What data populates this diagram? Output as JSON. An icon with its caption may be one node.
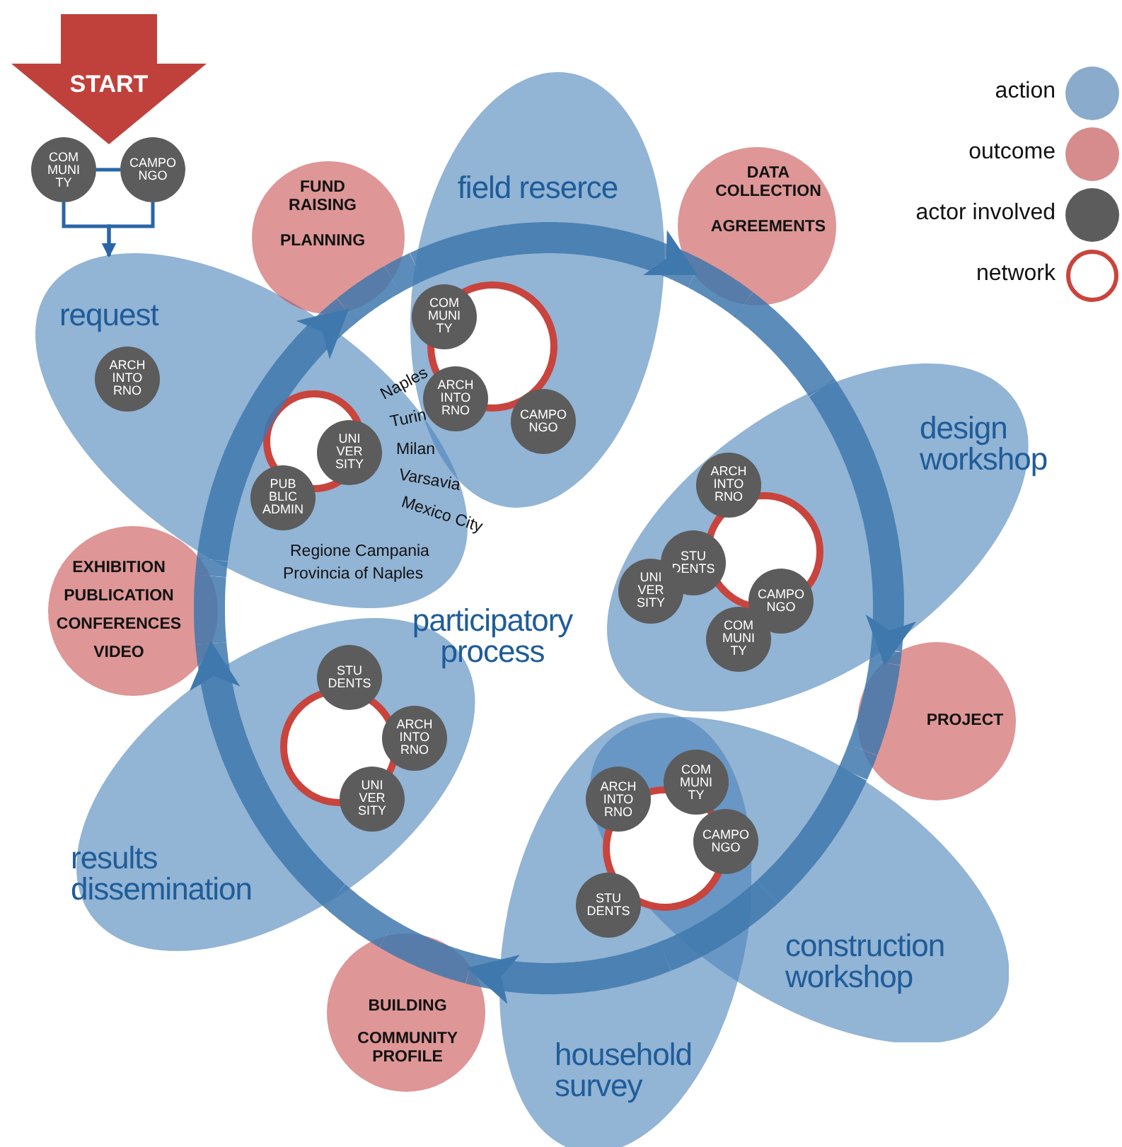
{
  "diagram": {
    "nodes": [
      {
        "text": [
          "START"
        ]
      },
      {
        "text": [
          "COM MUNI TY"
        ]
      },
      {
        "text": [
          "CAMPO NGO"
        ]
      },
      {
        "text": [
          "field reserce"
        ]
      },
      {
        "text": [
          "COM MUNI TY"
        ],
        "in": 3
      },
      {
        "text": [
          "ARCH INTO RNO"
        ],
        "in": 3
      },
      {
        "text": [
          "CAMPO NGO"
        ],
        "in": 3
      },
      {
        "text": [
          "FUND RAISING",
          "PLANNING"
        ]
      },
      {
        "text": [
          "request"
        ]
      },
      {
        "text": [
          "ARCH INTO RNO"
        ],
        "in": 8
      },
      {
        "text": [
          "UNI VER SITY"
        ],
        "in": 8
      },
      {
        "text": [
          "PUB BLIC ADMIN"
        ],
        "in": 8
      },
      {
        "text": [
          "DATA COLLECTION",
          "AGREEMENTS"
        ]
      },
      {
        "text": [
          "design workshop"
        ]
      },
      {
        "text": [
          "ARCH INTO RNO"
        ],
        "in": 13
      },
      {
        "text": [
          "STU DENTS"
        ],
        "in": 13
      },
      {
        "text": [
          "UNI VER SITY"
        ],
        "in": 13
      },
      {
        "text": [
          "CAMPO NGO"
        ],
        "in": 13
      },
      {
        "text": [
          "COM MUNI TY"
        ],
        "in": 13
      },
      {
        "text": [
          "EXHIBITION",
          "PUBLICATION",
          "CONFERENCES",
          "VIDEO"
        ]
      },
      {
        "text": [
          "results dissemination"
        ]
      },
      {
        "text": [
          "STU DENTS"
        ],
        "in": 20
      },
      {
        "text": [
          "ARCH INTO RNO"
        ],
        "in": 20
      },
      {
        "text": [
          "UNI VER SITY"
        ],
        "in": 20
      },
      {
        "text": [
          "PROJECT"
        ]
      },
      {
        "text": [
          "household survey"
        ]
      },
      {
        "text": [
          "construction workshop"
        ]
      },
      {
        "text": [
          "ARCH INTO RNO"
        ]
      },
      {
        "text": [
          "COM MUNI TY"
        ]
      },
      {
        "text": [
          "CAMPO NGO"
        ],
        "in": 26
      },
      {
        "text": [
          "STU DENTS"
        ],
        "in": 25
      },
      {
        "text": [
          "BUILDING",
          "COMMUNITY PROFILE"
        ]
      },
      {
        "text": [],
        "shape": "circle",
        "in": 3
      },
      {
        "text": [],
        "shape": "circle",
        "in": 8
      },
      {
        "text": [],
        "shape": "circle",
        "in": 13
      },
      {
        "text": [],
        "shape": "circle",
        "in": 20
      },
      {
        "text": [],
        "shape": "circle"
      }
    ],
    "edges": [
      {
        "from": 1,
        "to": 2,
        "arrow": "none"
      },
      {
        "from": 1,
        "to": 8,
        "arrow": "to"
      },
      {
        "from": 2,
        "to": 8,
        "arrow": "to"
      },
      {
        "from": 8,
        "to": 7,
        "arrow": "to"
      },
      {
        "from": 7,
        "to": 3,
        "arrow": "none"
      },
      {
        "from": 3,
        "to": 12,
        "arrow": "to"
      },
      {
        "from": 12,
        "to": 13,
        "arrow": "none"
      },
      {
        "from": 13,
        "to": 24,
        "arrow": "to"
      },
      {
        "from": 24,
        "to": 26,
        "arrow": "none"
      },
      {
        "from": 26,
        "to": 25,
        "arrow": "none"
      },
      {
        "from": 25,
        "to": 31,
        "arrow": "to"
      },
      {
        "from": 31,
        "to": 20,
        "arrow": "none"
      },
      {
        "from": 20,
        "to": 19,
        "arrow": "to"
      },
      {
        "from": 19,
        "to": 8,
        "arrow": "none"
      }
    ],
    "labels": [
      "Naples",
      "Turin",
      "Milan",
      "Varsavia",
      "Mexico City",
      "Regione Campania",
      "Provincia of Naples",
      "participatory process"
    ],
    "legend": [
      {
        "text": "action",
        "color": "#8aabcb"
      },
      {
        "text": "outcome",
        "color": "#d68c8c"
      },
      {
        "text": "actor involved",
        "color": "#5c5c5c"
      },
      {
        "text": "network"
      }
    ]
  }
}
